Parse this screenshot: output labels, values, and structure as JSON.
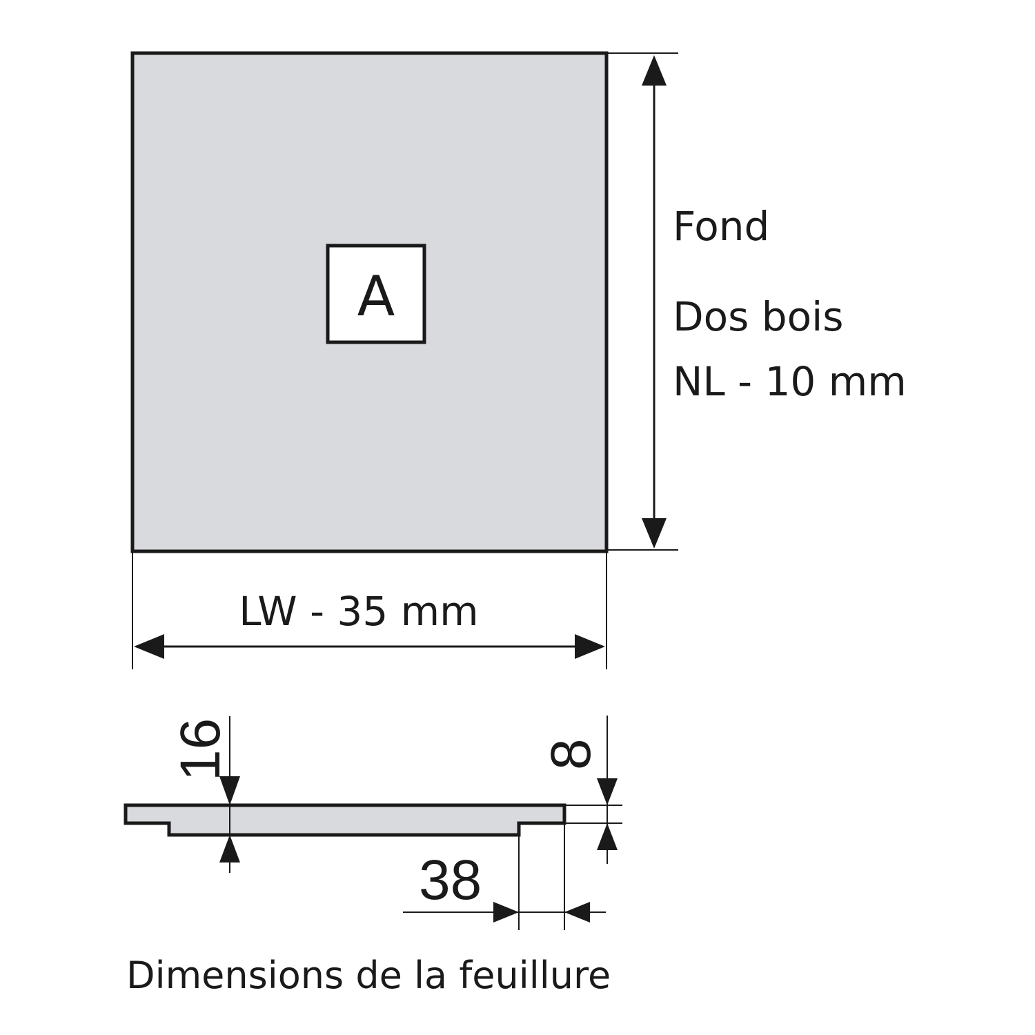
{
  "panel": {
    "label": "A",
    "fill_color": "#d9dadd"
  },
  "height_labels": [
    "Fond",
    "Dos bois",
    "NL - 10 mm"
  ],
  "width_label": "LW - 35 mm",
  "profile": {
    "thickness": "16",
    "rebate_depth": "8",
    "rebate_width": "38",
    "caption": "Dimensions de la feuillure"
  }
}
